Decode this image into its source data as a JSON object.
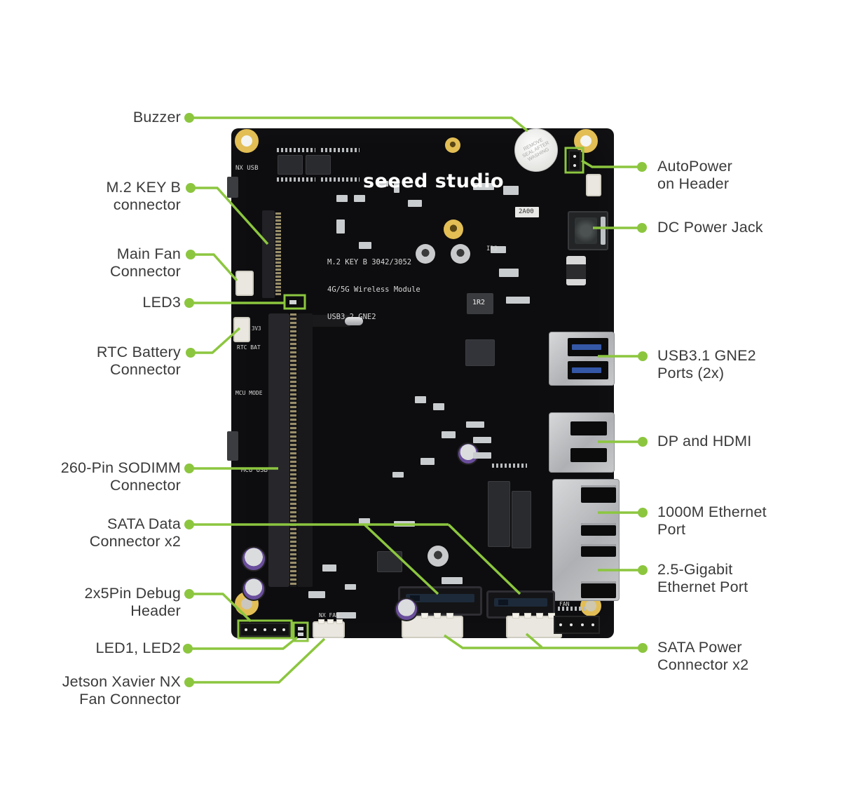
{
  "colors": {
    "accent_green": "#8CC63F",
    "label_text": "#3A3A3A",
    "board_black": "#0D0D0F"
  },
  "board": {
    "logo": "seeed studio",
    "silkscreen": {
      "nx_usb": "NX USB",
      "m2_line1": "M.2 KEY B 3042/3052",
      "m2_line2": "4G/5G Wireless Module",
      "m2_line3": "USB3.2 GNE2",
      "mcu_mode": "MCU MODE",
      "mcu_usb": "MCU USB",
      "rtc_bat": "RTC BAT",
      "rtc_3v3": "3V3",
      "nx_fan": "NX FAN",
      "fan": "FAN",
      "ir2": "IR2",
      "r1r2": "1R2",
      "l2a00": "2A00",
      "buzzer_seal": "REMOVE SEAL AFTER WASHING"
    }
  },
  "labels_left": [
    {
      "id": "buzzer",
      "lines": [
        "Buzzer",
        ""
      ]
    },
    {
      "id": "m2-key-b-connector",
      "lines": [
        "M.2 KEY B",
        "connector"
      ]
    },
    {
      "id": "main-fan-connector",
      "lines": [
        "Main Fan",
        "Connector"
      ]
    },
    {
      "id": "led3",
      "lines": [
        "LED3",
        ""
      ]
    },
    {
      "id": "rtc-battery-connector",
      "lines": [
        "RTC Battery",
        "Connector"
      ]
    },
    {
      "id": "sodimm-connector",
      "lines": [
        "260-Pin SODIMM",
        "Connector"
      ]
    },
    {
      "id": "sata-data-connector",
      "lines": [
        "SATA Data",
        "Connector x2"
      ]
    },
    {
      "id": "debug-header",
      "lines": [
        "2x5Pin Debug",
        "Header"
      ]
    },
    {
      "id": "led1-led2",
      "lines": [
        "LED1, LED2",
        ""
      ]
    },
    {
      "id": "xavier-fan-connector",
      "lines": [
        "Jetson Xavier NX",
        "Fan Connector"
      ]
    }
  ],
  "labels_right": [
    {
      "id": "autopower-header",
      "lines": [
        "AutoPower",
        "on Header"
      ]
    },
    {
      "id": "dc-power-jack",
      "lines": [
        "DC Power Jack",
        ""
      ]
    },
    {
      "id": "usb31-ports",
      "lines": [
        "USB3.1 GNE2",
        "Ports (2x)"
      ]
    },
    {
      "id": "dp-hdmi",
      "lines": [
        "DP and HDMI",
        ""
      ]
    },
    {
      "id": "ethernet-1000m",
      "lines": [
        "1000M Ethernet",
        "Port"
      ]
    },
    {
      "id": "ethernet-2-5g",
      "lines": [
        "2.5-Gigabit",
        "Ethernet Port"
      ]
    },
    {
      "id": "sata-power-connector",
      "lines": [
        "SATA Power",
        "Connector x2"
      ]
    }
  ]
}
